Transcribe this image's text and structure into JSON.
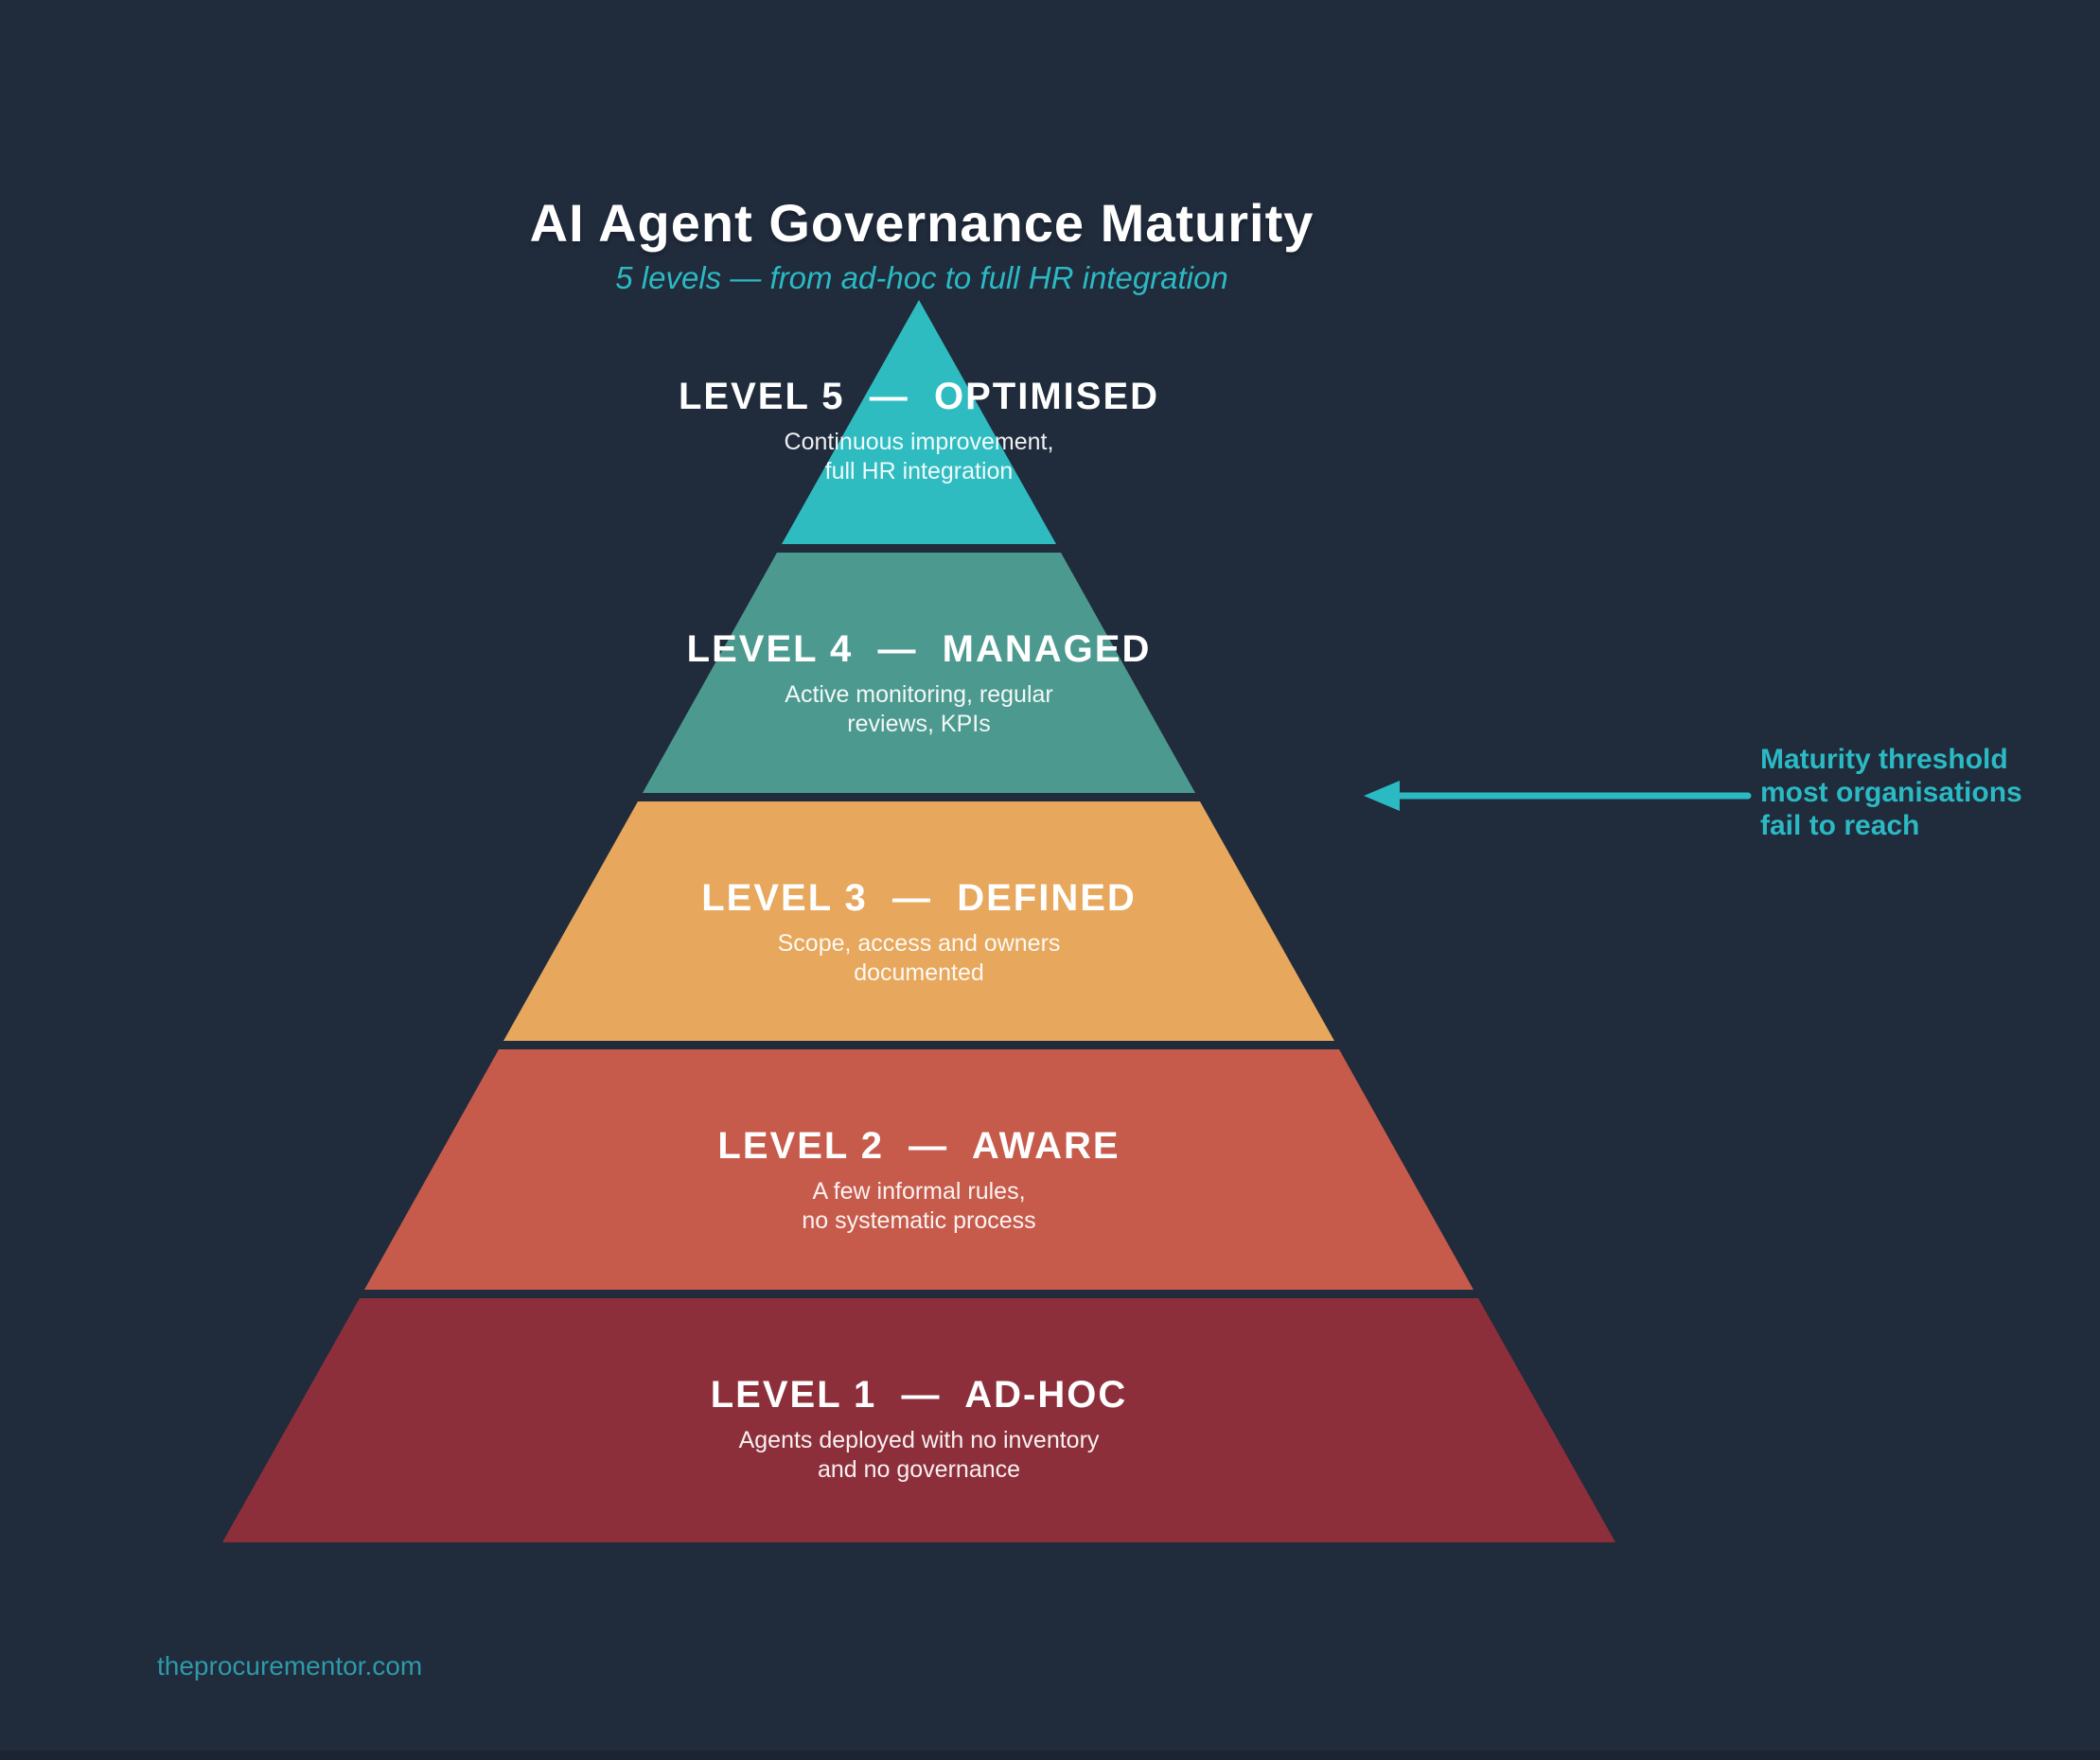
{
  "title": "AI Agent Governance Maturity",
  "subtitle": "5 levels — from ad-hoc to full HR integration",
  "colors": {
    "background": "#202b3c",
    "accent": "#2bb9c3",
    "footer_text": "#2e9aa9"
  },
  "pyramid": {
    "levels": [
      {
        "id": "level-5",
        "label": "LEVEL 5  —  OPTIMISED",
        "description": "Continuous improvement,\nfull HR integration",
        "color": "#2ebcc1"
      },
      {
        "id": "level-4",
        "label": "LEVEL 4  —  MANAGED",
        "description": "Active monitoring, regular\nreviews, KPIs",
        "color": "#4c9a8f"
      },
      {
        "id": "level-3",
        "label": "LEVEL 3  —  DEFINED",
        "description": "Scope, access and owners\ndocumented",
        "color": "#e7a75c"
      },
      {
        "id": "level-2",
        "label": "LEVEL 2  —  AWARE",
        "description": "A few informal rules,\nno systematic process",
        "color": "#c65b4b"
      },
      {
        "id": "level-1",
        "label": "LEVEL 1  —  AD-HOC",
        "description": "Agents deployed with no inventory\nand no governance",
        "color": "#8d2f3b"
      }
    ]
  },
  "annotation": {
    "text": "Maturity threshold\nmost organisations\nfail to reach"
  },
  "footer": {
    "website": "theprocurementor.com"
  }
}
